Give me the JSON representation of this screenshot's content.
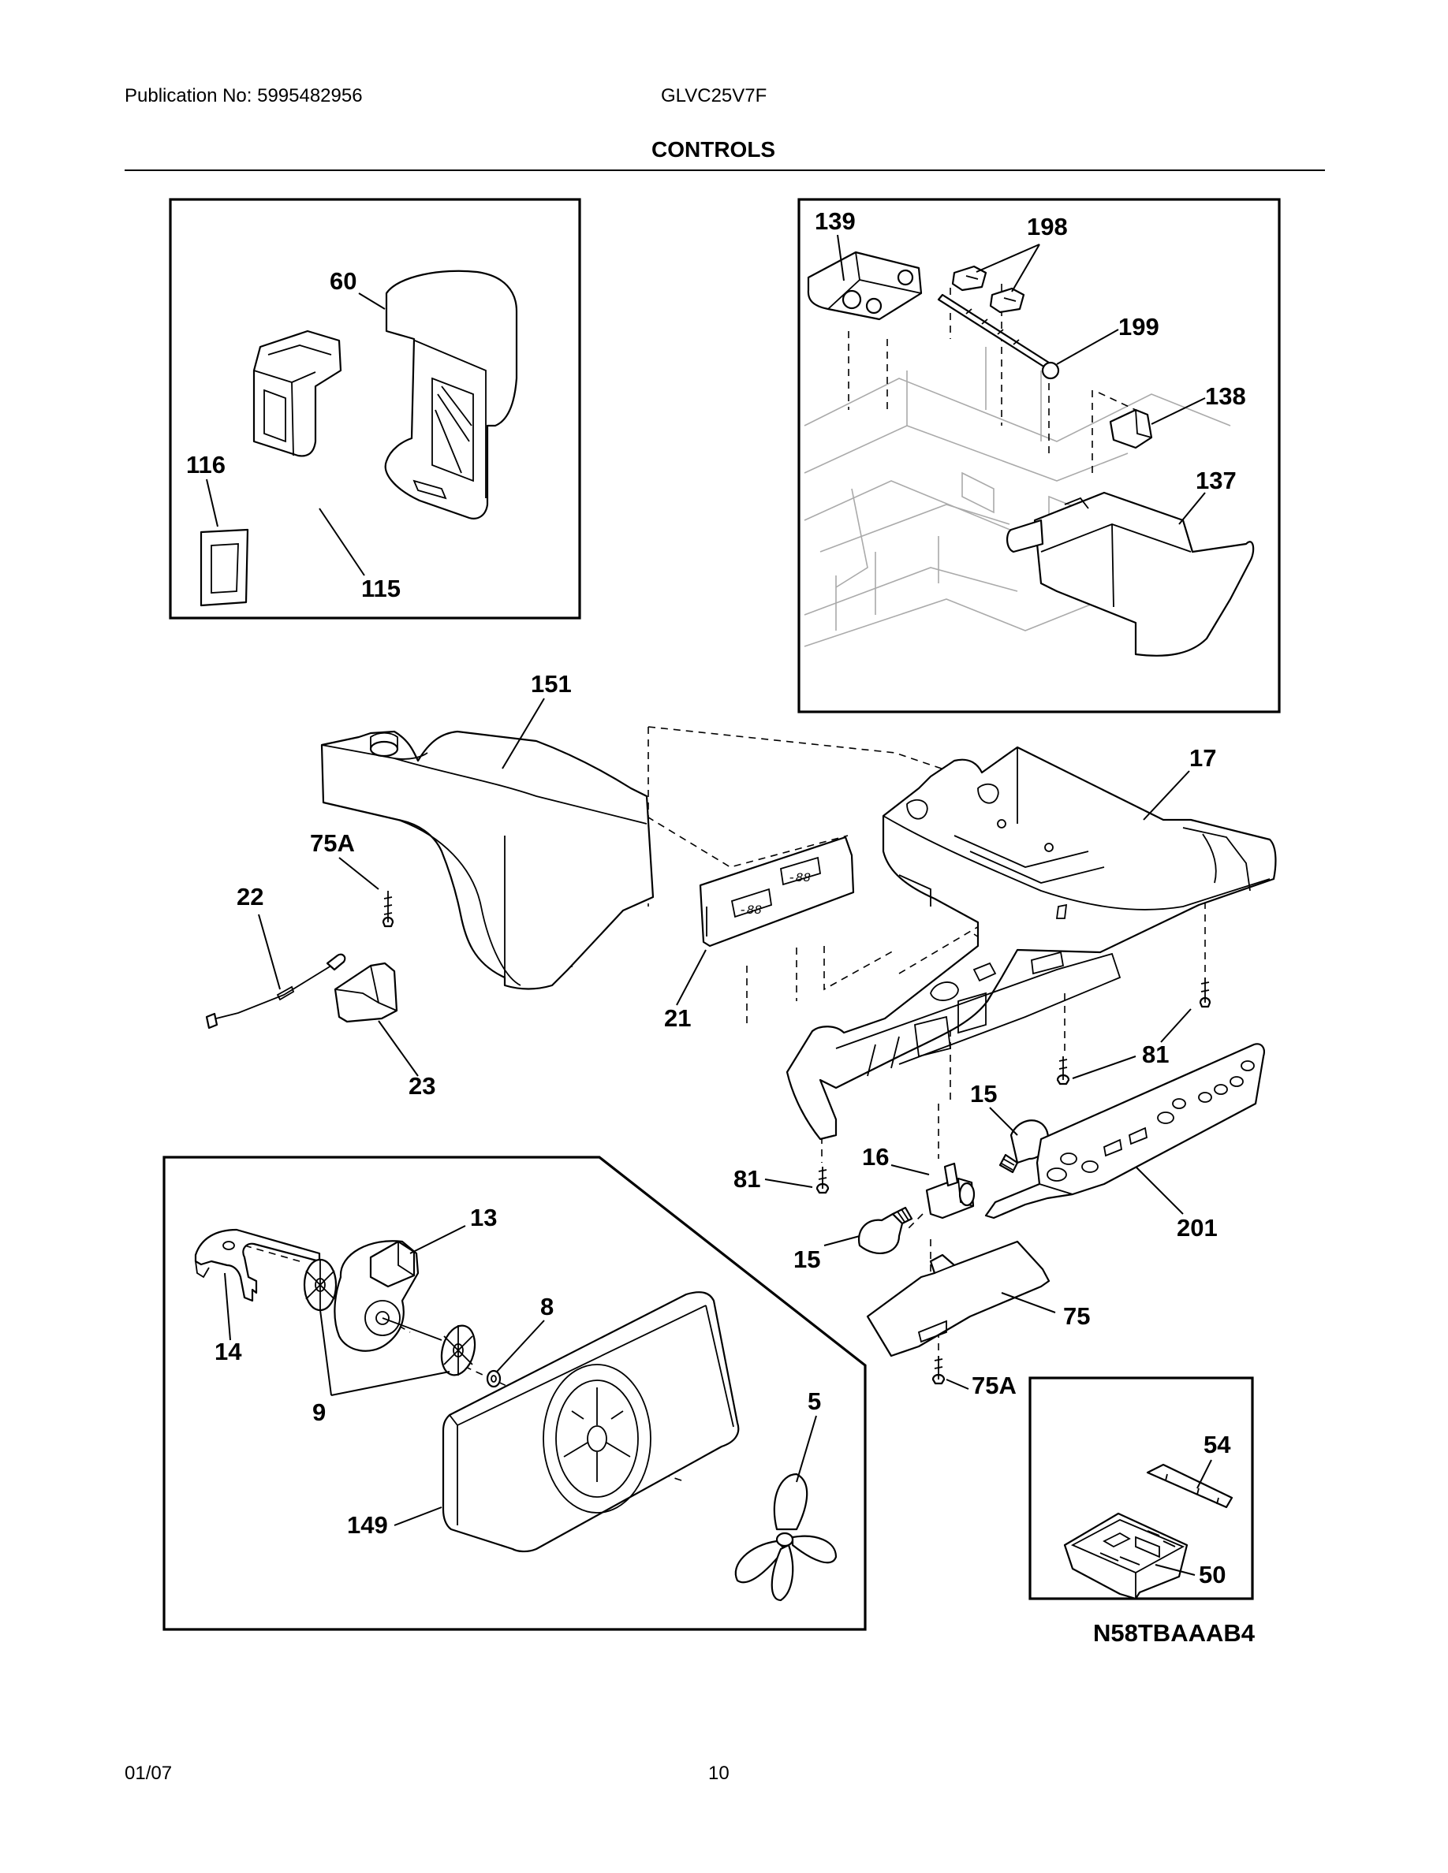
{
  "header": {
    "publication": "Publication No: 5995482956",
    "model": "GLVC25V7F",
    "section_title": "CONTROLS"
  },
  "diagram": {
    "part_numbers": {
      "p60": "60",
      "p116": "116",
      "p115": "115",
      "p139": "139",
      "p198": "198",
      "p199": "199",
      "p138": "138",
      "p137": "137",
      "p151": "151",
      "p17": "17",
      "p75A_top": "75A",
      "p22": "22",
      "p23": "23",
      "p21": "21",
      "p81_right": "81",
      "p81_left": "81",
      "p15_upper": "15",
      "p16": "16",
      "p15_lower": "15",
      "p201": "201",
      "p75": "75",
      "p75A_bottom": "75A",
      "p13": "13",
      "p8": "8",
      "p14": "14",
      "p9": "9",
      "p5": "5",
      "p149": "149",
      "p54": "54",
      "p50": "50"
    },
    "display_digits": "-88",
    "drawing_code": "N58TBAAAB4"
  },
  "footer": {
    "date": "01/07",
    "page_number": "10"
  }
}
